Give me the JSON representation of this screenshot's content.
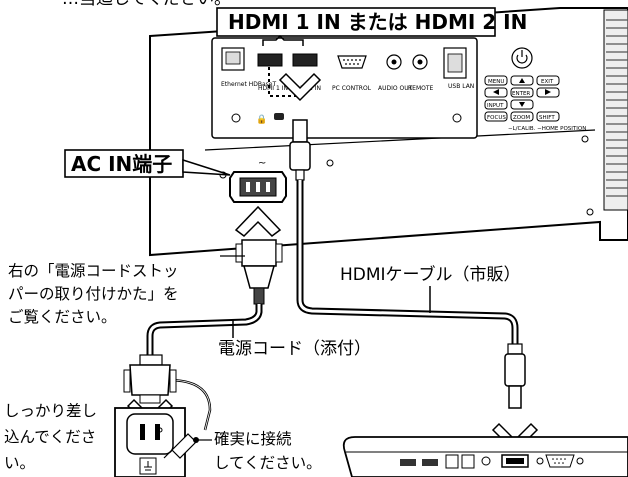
{
  "top_fragment": "…当迄してください。",
  "callouts": {
    "hdmi_in": "HDMI 1 IN または HDMI 2 IN",
    "ac_in": "AC IN端子"
  },
  "labels": {
    "stopper_note": [
      "右の「電源コードストッ",
      "パーの取り付けかた」を",
      "ご覧ください。"
    ],
    "hdmi_cable": "HDMIケーブル（市販）",
    "power_cord": "電源コード（添付）",
    "insert_note": [
      "しっかり差し",
      "込んでくださ",
      "い。"
    ],
    "connect_note": [
      "確実に接続",
      "してください。"
    ]
  },
  "panel_ports": [
    "Ethernet HDBaseT",
    "HDMI 1 IN",
    "HDMI 2 IN",
    "PC CONTROL",
    "AUDIO OUT",
    "REMOTE",
    "USB LAN"
  ],
  "control_buttons": [
    "MENU",
    "EXIT",
    "ENTER",
    "INPUT",
    "FOCUS",
    "ZOOM",
    "SHIFT"
  ],
  "control_note": "−L/CALIB. −HOME POSITION",
  "ac_symbol": "~",
  "colors": {
    "line": "#000000",
    "panel_fill": "#ffffff",
    "arrow_fill": "#ffffff",
    "vent": "#555555"
  }
}
